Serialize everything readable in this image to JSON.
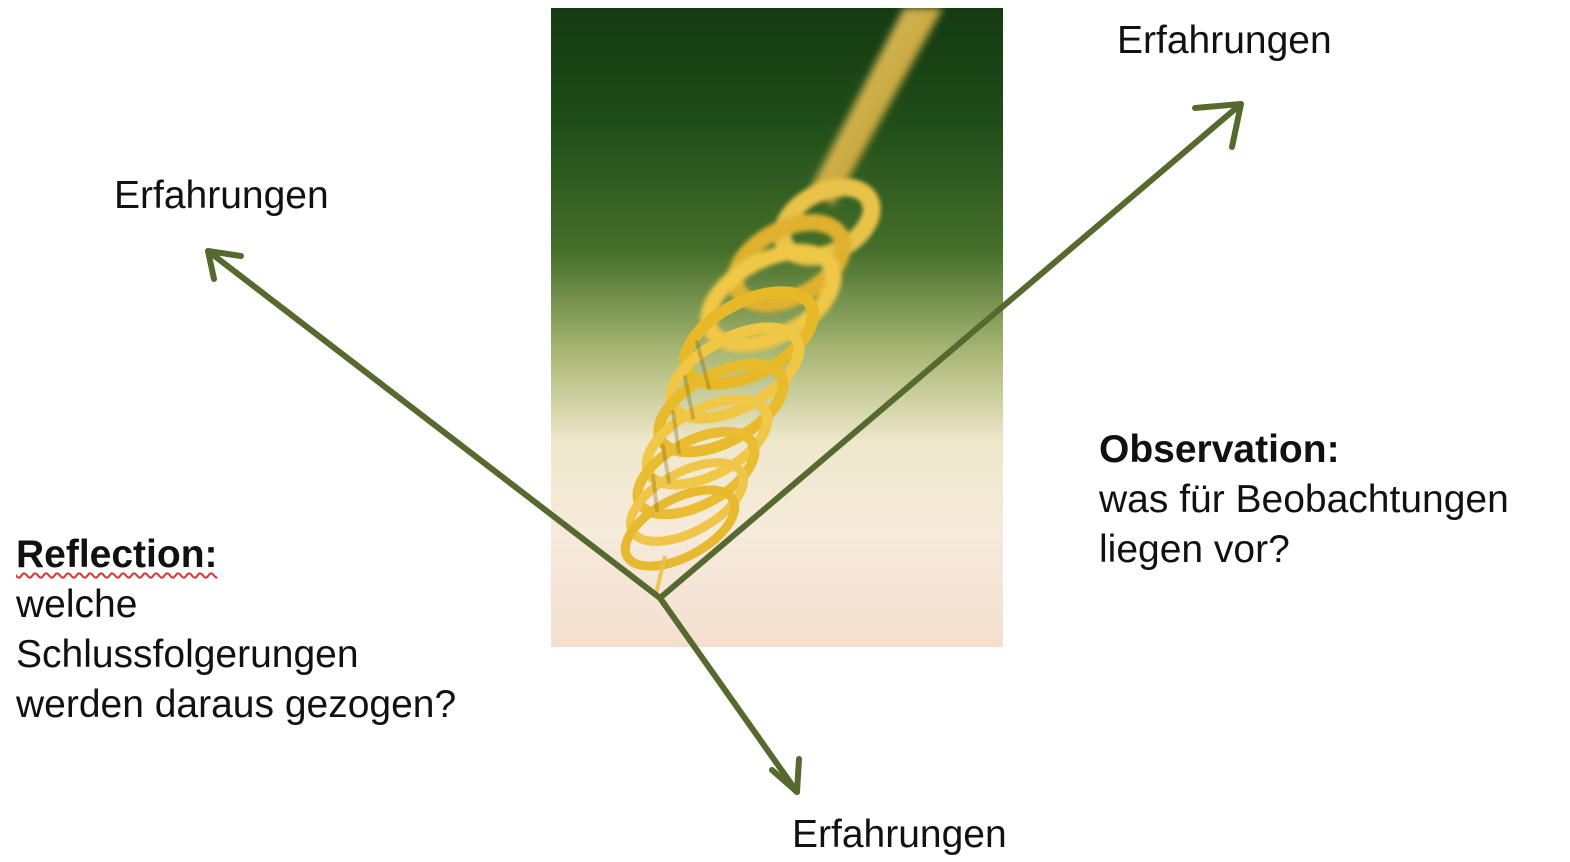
{
  "labels": {
    "top_right": "Erfahrungen",
    "top_left": "Erfahrungen",
    "bottom": "Erfahrungen"
  },
  "observation": {
    "heading": "Observation:",
    "line1": "was für Beobachtungen",
    "line2": "liegen vor?"
  },
  "reflection": {
    "heading": "Reflection:",
    "line1": "welche",
    "line2": "Schlussfolgerungen",
    "line3": "werden daraus gezogen?"
  },
  "colors": {
    "arrow": "#56692f",
    "spring": "#e3b62b",
    "photo_top": "#143a12",
    "photo_bottom": "#f4e0d0",
    "spellcheck_underline": "#d03a3a"
  },
  "icons": {
    "photo": "golden-spring-image",
    "arrow": "arrow-icon"
  }
}
